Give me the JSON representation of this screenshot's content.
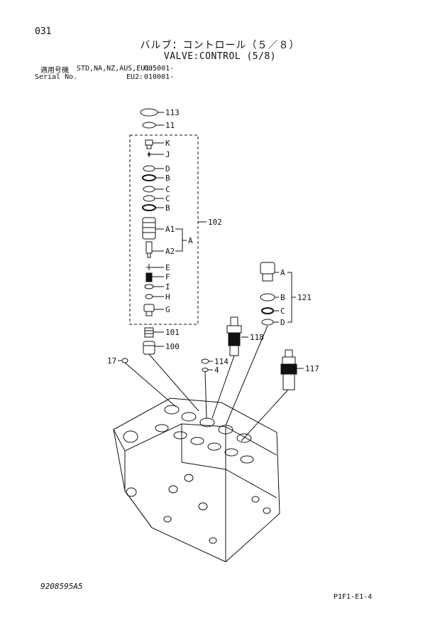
{
  "page_number": "031",
  "title_jp": "バルブ：コントロール（５／８）",
  "title_en": "VALVE:CONTROL (5/8)",
  "applicability": {
    "label_jp": "適用号機",
    "label_en": "Serial No.",
    "models": "STD,NA,NZ,AUS,EU1:",
    "serial_eu1": "005001-",
    "eu2_label": "EU2:",
    "serial_eu2": "010001-"
  },
  "callouts": {
    "c113": "113",
    "c11": "11",
    "K": "K",
    "J": "J",
    "D1": "D",
    "B1": "B",
    "C1": "C",
    "C2": "C",
    "B2": "B",
    "A1": "A1",
    "A": "A",
    "A2": "A2",
    "E": "E",
    "F": "F",
    "I": "I",
    "H": "H",
    "G": "G",
    "c102": "102",
    "c101": "101",
    "c100": "100",
    "c17": "17",
    "c114": "114",
    "c4": "4",
    "c118": "118",
    "c117": "117",
    "c121": "121",
    "A_r": "A",
    "B_r": "B",
    "C_r": "C",
    "D_r": "D"
  },
  "document_number": "9208595A5",
  "page_code": "P1F1-E1-4"
}
